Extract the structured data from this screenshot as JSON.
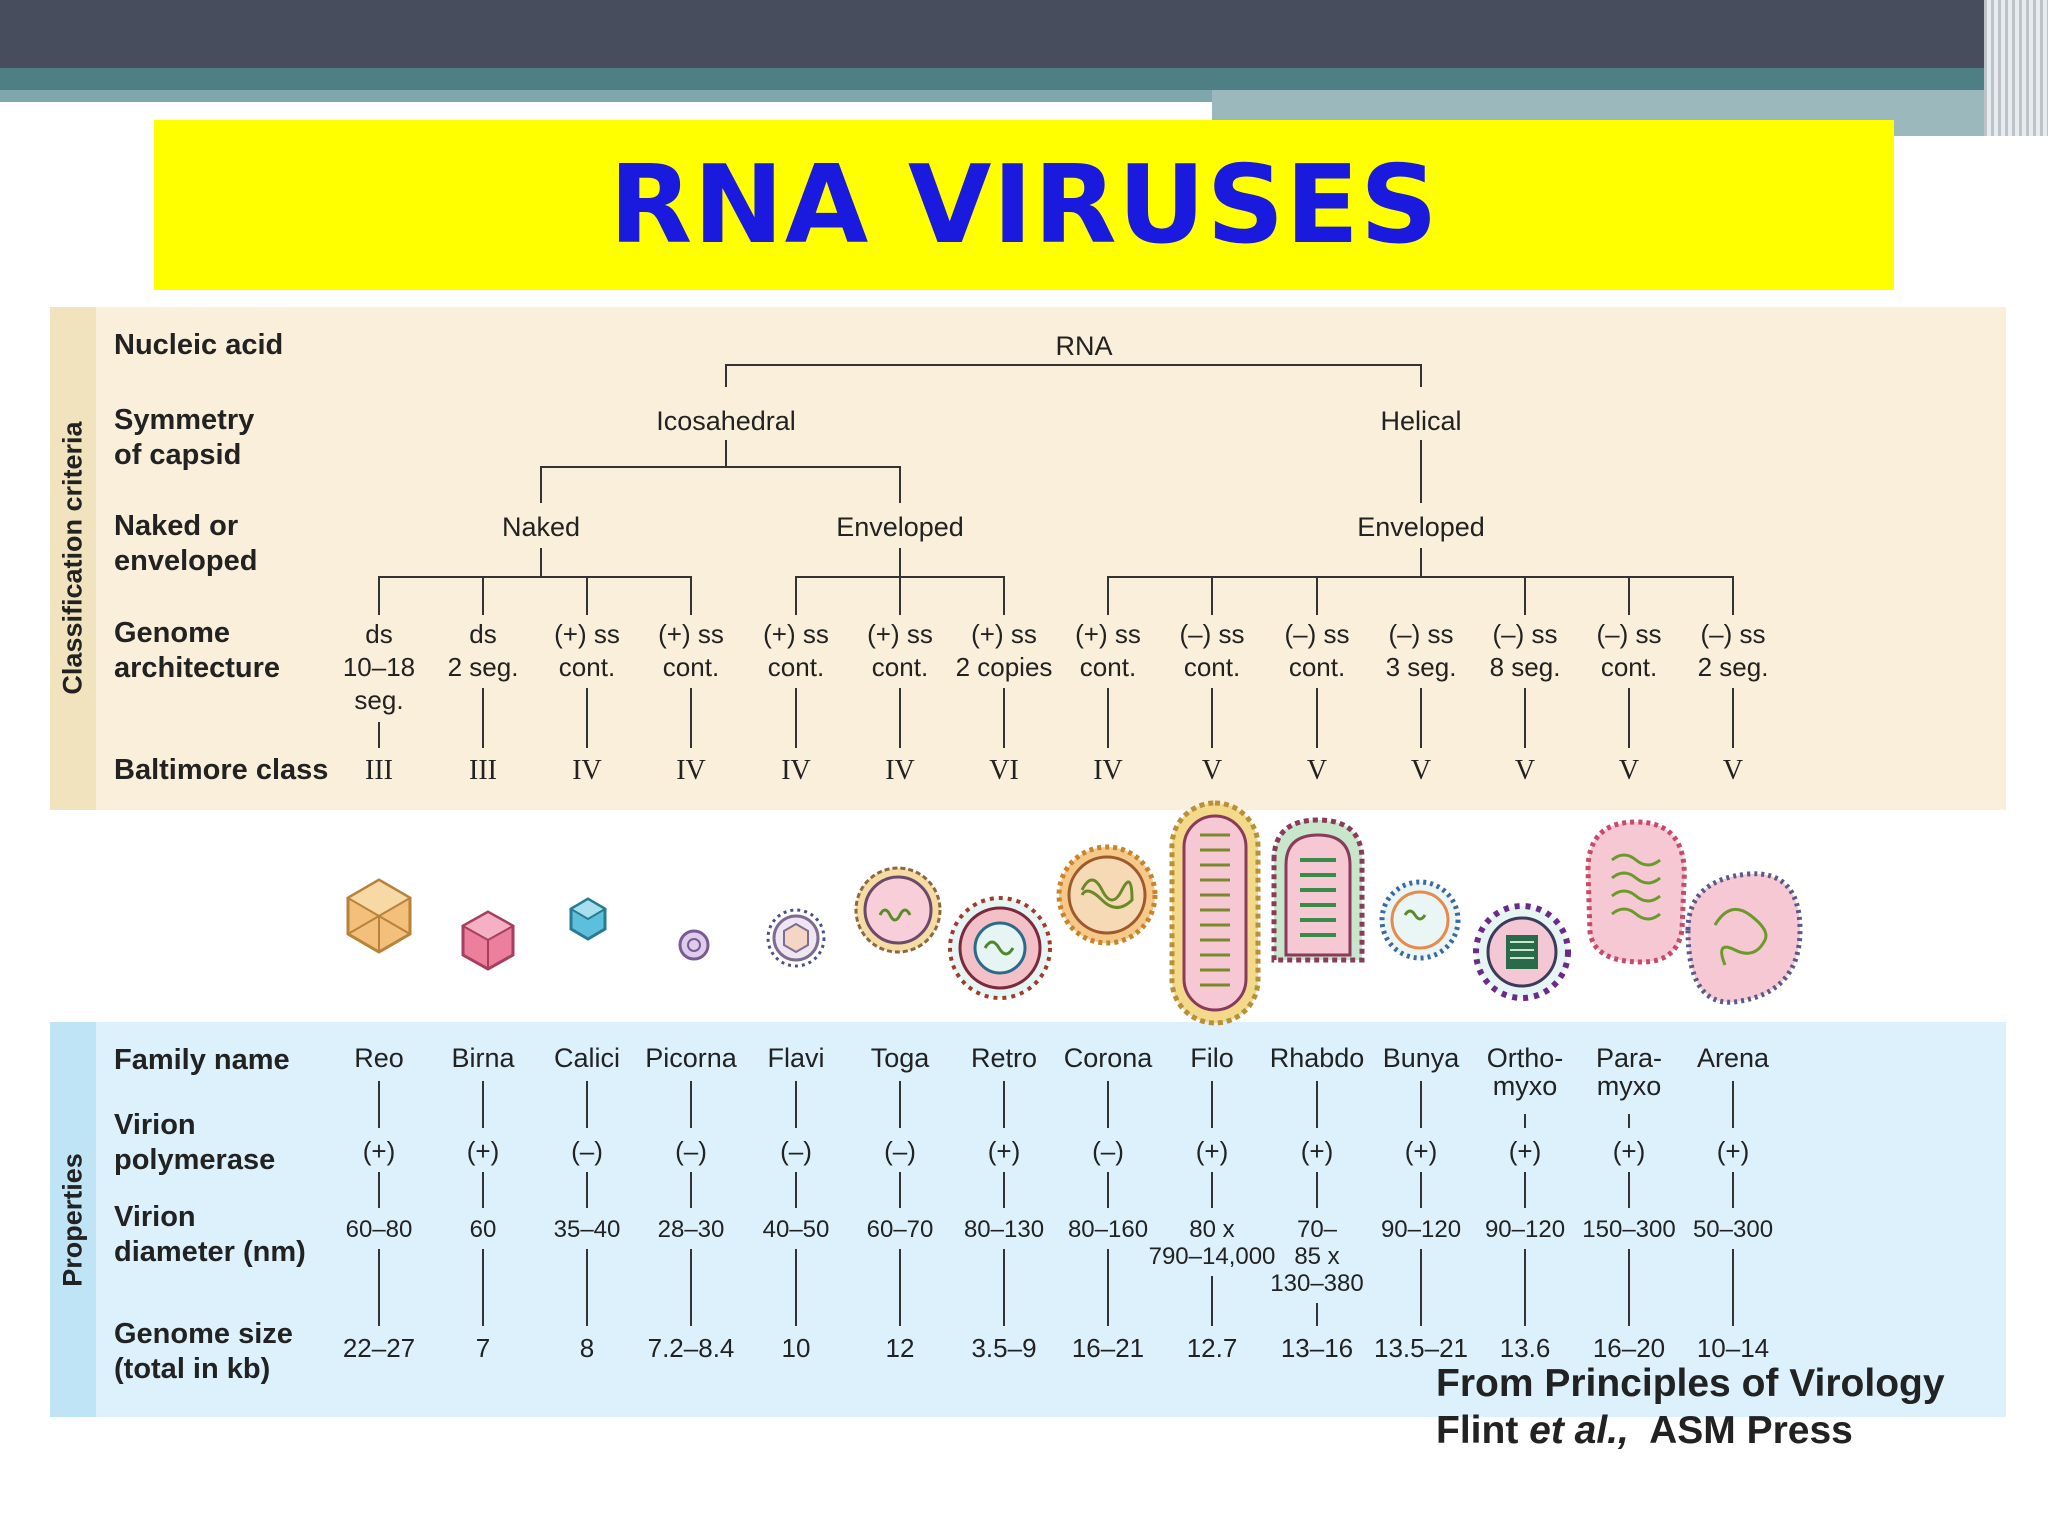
{
  "title": "RNA VIRUSES",
  "side_labels": {
    "top": "Classification criteria",
    "bottom": "Properties"
  },
  "row_labels": {
    "nucleic_acid": "Nucleic acid",
    "symmetry_1": "Symmetry",
    "symmetry_2": "of capsid",
    "naked_1": "Naked or",
    "naked_2": "enveloped",
    "genome_1": "Genome",
    "genome_2": "architecture",
    "baltimore": "Baltimore class",
    "family": "Family name",
    "polymerase_1": "Virion",
    "polymerase_2": "polymerase",
    "diameter_1": "Virion",
    "diameter_2": "diameter (nm)",
    "gsize_1": "Genome size",
    "gsize_2": "(total in kb)"
  },
  "tree": {
    "root": "RNA",
    "icosahedral": "Icosahedral",
    "helical": "Helical",
    "naked": "Naked",
    "enveloped_ico": "Enveloped",
    "enveloped_hel": "Enveloped"
  },
  "families": [
    {
      "genome": [
        "ds",
        "10–18",
        "seg."
      ],
      "baltimore": "III",
      "name": [
        "Reo"
      ],
      "polymerase": "(+)",
      "diameter": [
        "60–80"
      ],
      "genome_size": "22–27",
      "color": "#f0c27b"
    },
    {
      "genome": [
        "ds",
        "2 seg."
      ],
      "baltimore": "III",
      "name": [
        "Birna"
      ],
      "polymerase": "(+)",
      "diameter": [
        "60"
      ],
      "genome_size": "7",
      "color": "#ec7f9c"
    },
    {
      "genome": [
        "(+) ss",
        "cont."
      ],
      "baltimore": "IV",
      "name": [
        "Calici"
      ],
      "polymerase": "(–)",
      "diameter": [
        "35–40"
      ],
      "genome_size": "8",
      "color": "#5cc0dc"
    },
    {
      "genome": [
        "(+) ss",
        "cont."
      ],
      "baltimore": "IV",
      "name": [
        "Picorna"
      ],
      "polymerase": "(–)",
      "diameter": [
        "28–30"
      ],
      "genome_size": "7.2–8.4",
      "color": "#d9c8e8"
    },
    {
      "genome": [
        "(+) ss",
        "cont."
      ],
      "baltimore": "IV",
      "name": [
        "Flavi"
      ],
      "polymerase": "(–)",
      "diameter": [
        "40–50"
      ],
      "genome_size": "10",
      "color": "#e8e0ec"
    },
    {
      "genome": [
        "(+) ss",
        "cont."
      ],
      "baltimore": "IV",
      "name": [
        "Toga"
      ],
      "polymerase": "(–)",
      "diameter": [
        "60–70"
      ],
      "genome_size": "12",
      "color": "#f3c7d4"
    },
    {
      "genome": [
        "(+) ss",
        "2 copies"
      ],
      "baltimore": "VI",
      "name": [
        "Retro"
      ],
      "polymerase": "(+)",
      "diameter": [
        "80–130"
      ],
      "genome_size": "3.5–9",
      "color": "#f3c7d4"
    },
    {
      "genome": [
        "(+) ss",
        "cont."
      ],
      "baltimore": "IV",
      "name": [
        "Corona"
      ],
      "polymerase": "(–)",
      "diameter": [
        "80–160"
      ],
      "genome_size": "16–21",
      "color": "#f6cf9e"
    },
    {
      "genome": [
        "(–) ss",
        "cont."
      ],
      "baltimore": "V",
      "name": [
        "Filo"
      ],
      "polymerase": "(+)",
      "diameter": [
        "80 x",
        "790–14,000"
      ],
      "genome_size": "12.7",
      "color": "#f3c7d4"
    },
    {
      "genome": [
        "(–) ss",
        "cont."
      ],
      "baltimore": "V",
      "name": [
        "Rhabdo"
      ],
      "polymerase": "(+)",
      "diameter": [
        "70–",
        "85 x",
        "130–380"
      ],
      "genome_size": "13–16",
      "color": "#f3c7d4"
    },
    {
      "genome": [
        "(–) ss",
        "3 seg."
      ],
      "baltimore": "V",
      "name": [
        "Bunya"
      ],
      "polymerase": "(+)",
      "diameter": [
        "90–120"
      ],
      "genome_size": "13.5–21",
      "color": "#e6f4f4"
    },
    {
      "genome": [
        "(–) ss",
        "8 seg."
      ],
      "baltimore": "V",
      "name": [
        "Ortho-",
        "myxo"
      ],
      "polymerase": "(+)",
      "diameter": [
        "90–120"
      ],
      "genome_size": "13.6",
      "color": "#e6f4f4"
    },
    {
      "genome": [
        "(–) ss",
        "cont."
      ],
      "baltimore": "V",
      "name": [
        "Para-",
        "myxo"
      ],
      "polymerase": "(+)",
      "diameter": [
        "150–300"
      ],
      "genome_size": "16–20",
      "color": "#f3c7d4"
    },
    {
      "genome": [
        "(–) ss",
        "2 seg."
      ],
      "baltimore": "V",
      "name": [
        "Arena"
      ],
      "polymerase": "(+)",
      "diameter": [
        "50–300"
      ],
      "genome_size": "10–14",
      "color": "#f3c7d4"
    }
  ],
  "citation": {
    "line1": "From Principles of Virology",
    "line2_a": "Flint ",
    "line2_italic": "et al.,",
    "line2_b": "  ASM Press"
  }
}
